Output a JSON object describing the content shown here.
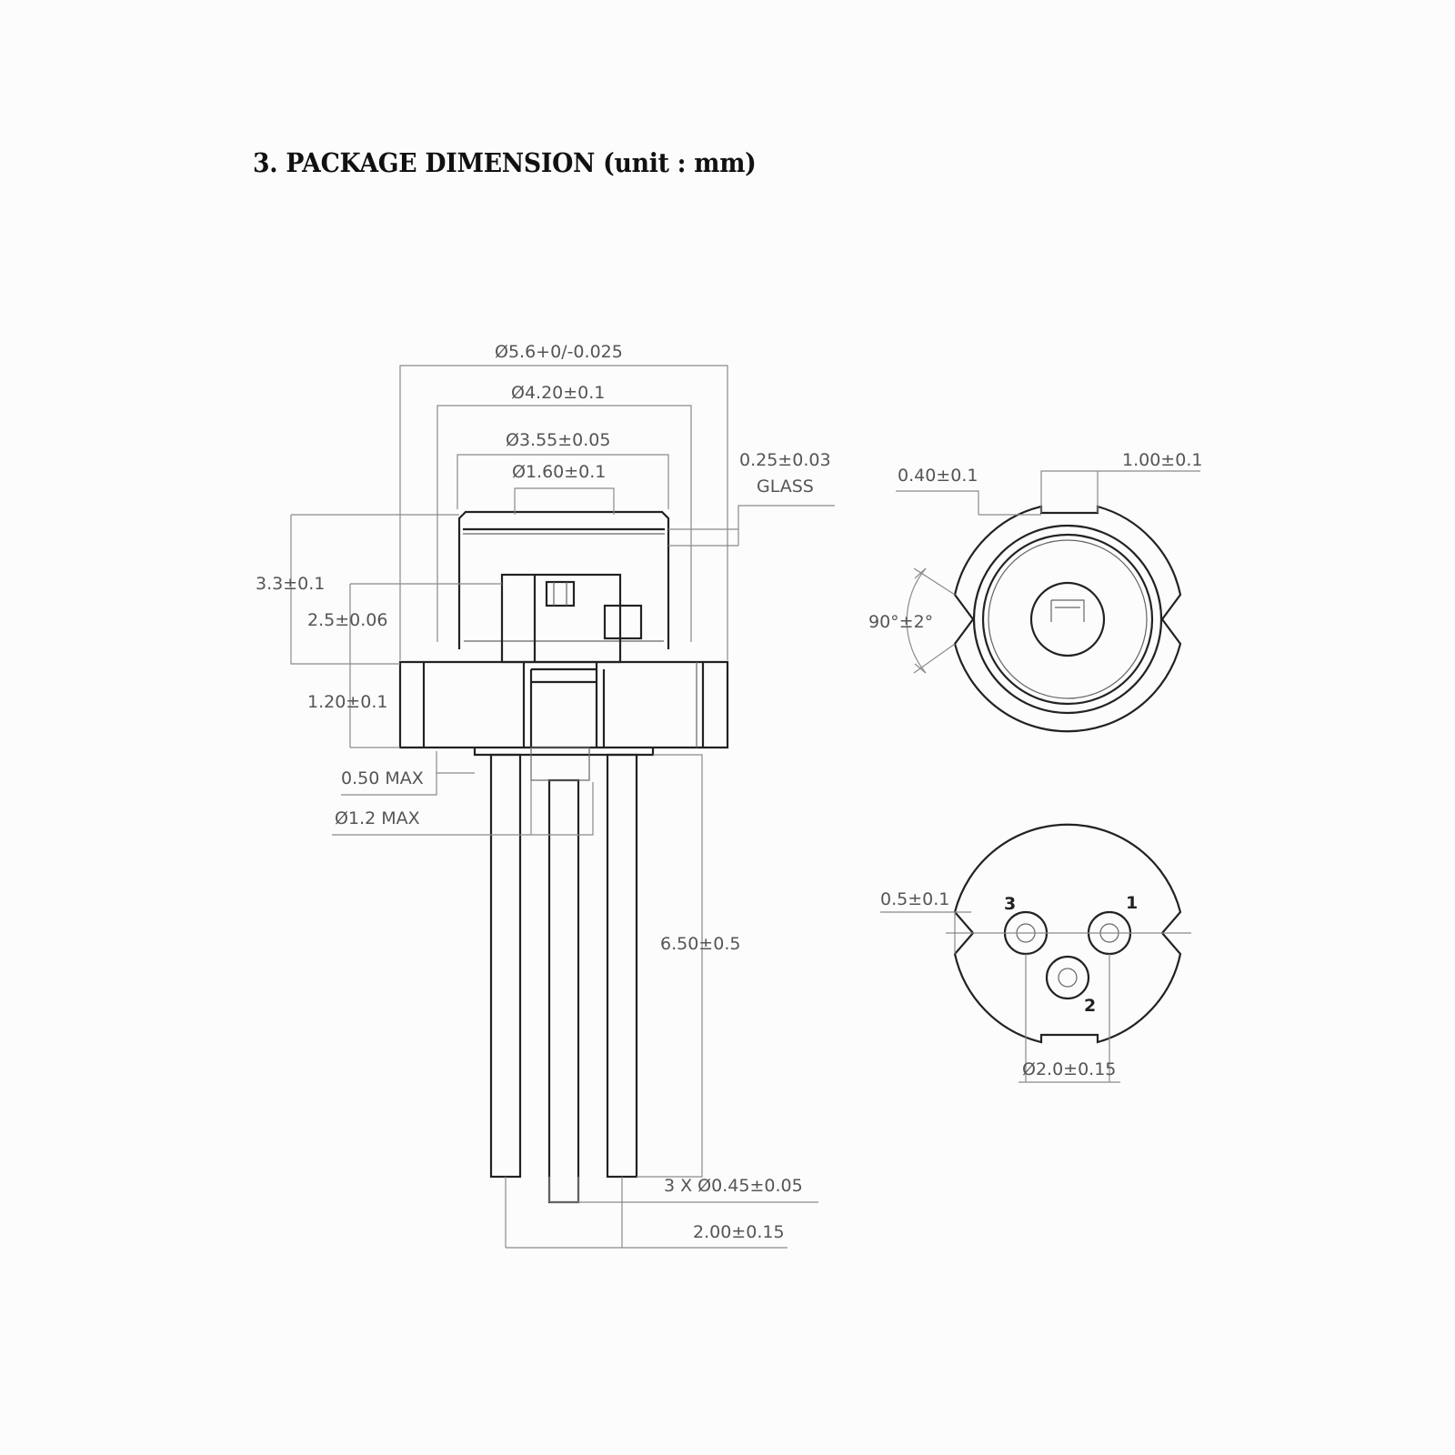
{
  "title": "3. PACKAGE DIMENSION (unit : mm)",
  "side_view": {
    "dia_outer": "Ø5.6+0/-0.025",
    "dia_cap": "Ø4.20±0.1",
    "dia_window": "Ø3.55±0.05",
    "dia_aperture": "Ø1.60±0.1",
    "glass_thickness": "0.25±0.03",
    "glass_label": "GLASS",
    "height_total": "3.3±0.1",
    "height_chip": "2.5±0.06",
    "height_base": "1.20±0.1",
    "stub_max": "0.50 MAX",
    "pin_root_dia": "Ø1.2 MAX",
    "lead_length": "6.50±0.5",
    "lead_dia": "3 X Ø0.45±0.05",
    "lead_pitch": "2.00±0.15"
  },
  "top_view": {
    "notch_depth": "0.40±0.1",
    "notch_width": "1.00±0.1",
    "v_angle": "90°±2°"
  },
  "bottom_view": {
    "v_notch": "0.5±0.1",
    "pin_circle": "Ø2.0±0.15",
    "pins": [
      "1",
      "2",
      "3"
    ]
  }
}
